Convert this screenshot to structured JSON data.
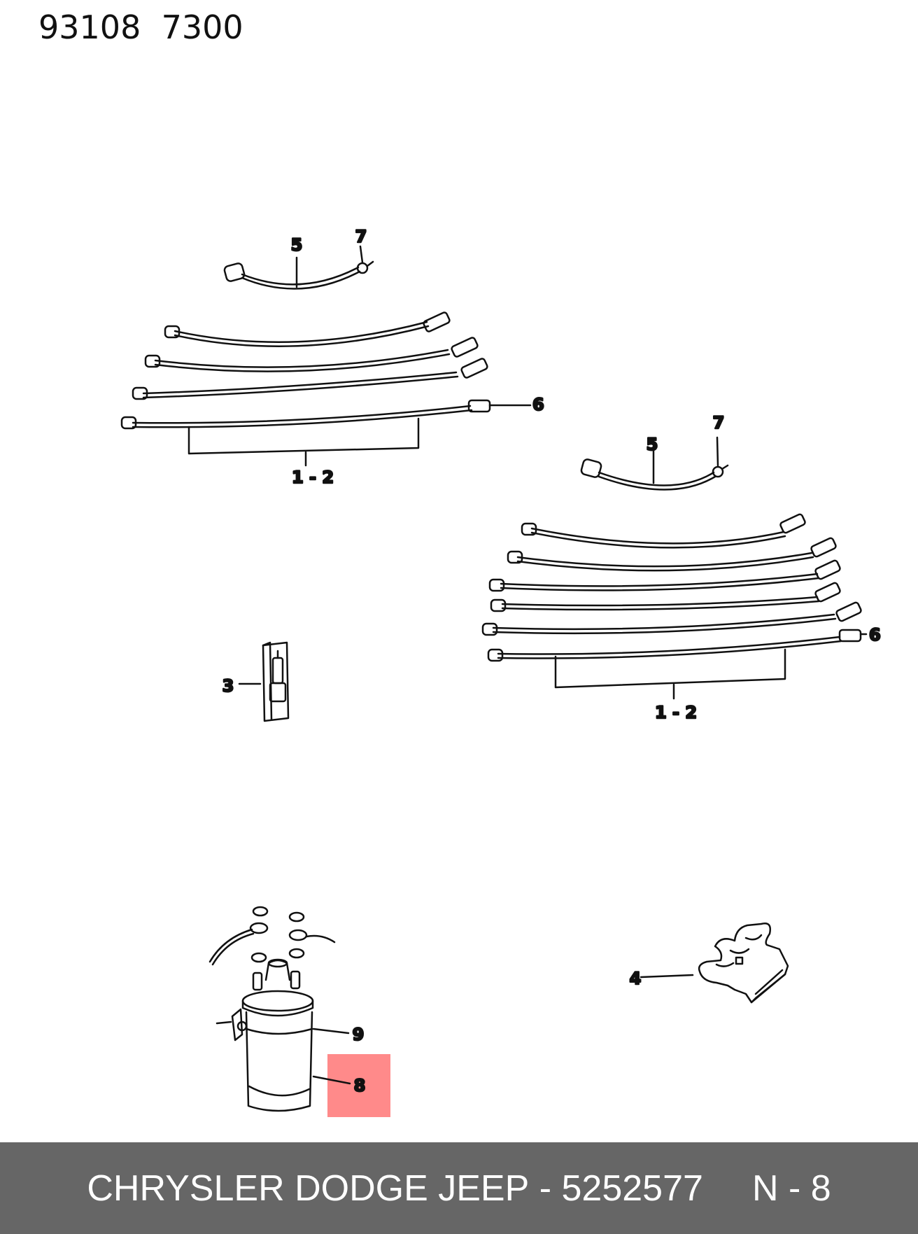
{
  "header": {
    "code_1": "93108",
    "code_2": "7300"
  },
  "callouts": {
    "c1_2_a": "1 - 2",
    "c1_2_b": "1 - 2",
    "c3": "3",
    "c4": "4",
    "c5_a": "5",
    "c5_b": "5",
    "c6_a": "6",
    "c6_b": "6",
    "c7_a": "7",
    "c7_b": "7",
    "c8": "8",
    "c9": "9"
  },
  "highlight": {
    "callout": "8",
    "color": "#ff8a8a"
  },
  "footer": {
    "brand": "CHRYSLER DODGE JEEP",
    "separator": "-",
    "part_number": "5252577",
    "reference": "N - 8",
    "background": "#666666"
  }
}
